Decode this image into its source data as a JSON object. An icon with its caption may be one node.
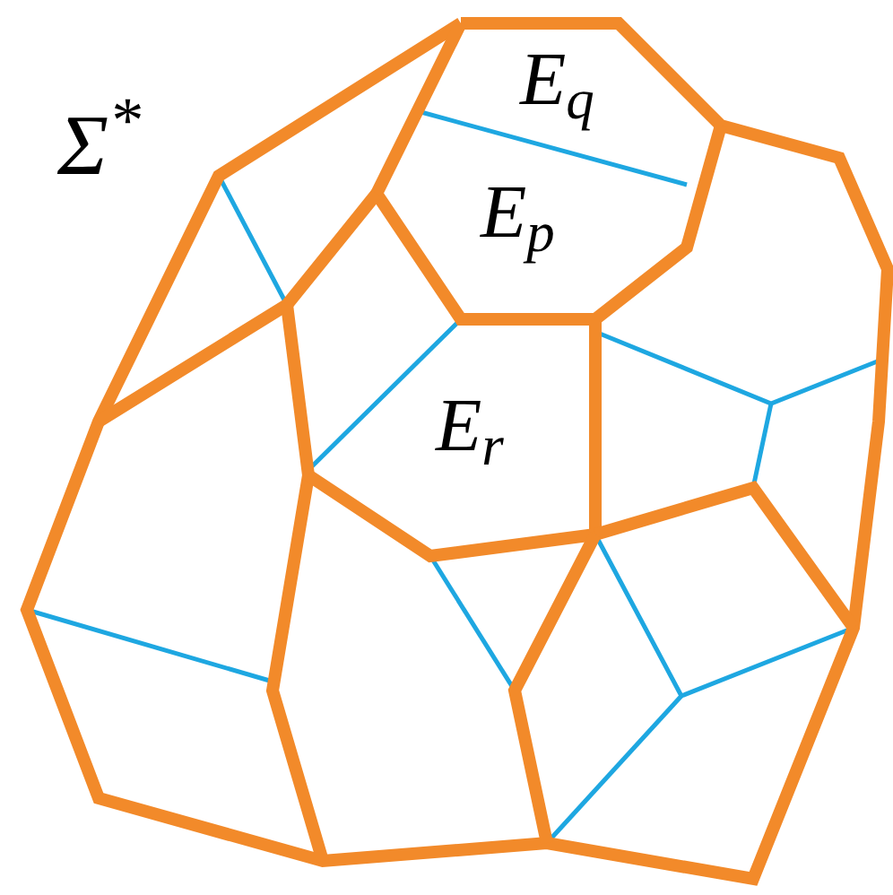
{
  "diagram": {
    "labels": [
      "Σ$^{*}$",
      "E$_{q}$",
      "E$_{p}$",
      "E$_{r}$"
    ]
  }
}
